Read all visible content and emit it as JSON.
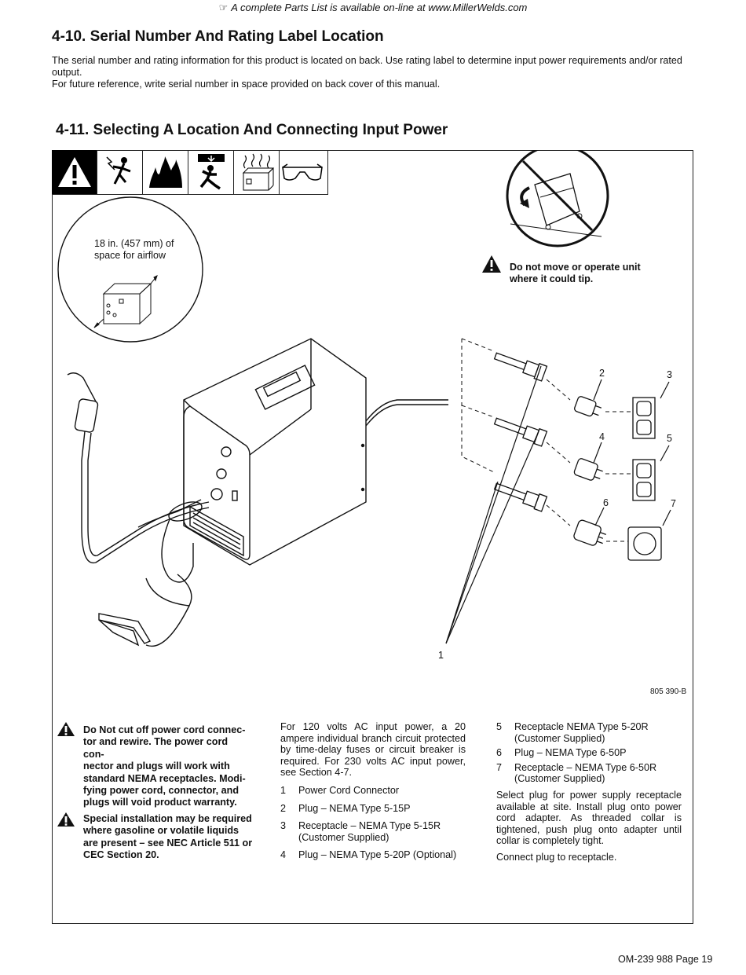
{
  "header": {
    "note": "A complete Parts List is available on-line at www.MillerWelds.com"
  },
  "section_4_10": {
    "title": "4-10. Serial Number And Rating Label Location",
    "body_line1": "The serial number and rating information for this product is located on back. Use rating label to determine input power requirements and/or rated output.",
    "body_line2": "For future reference, write serial number in space provided on back cover of this manual."
  },
  "section_4_11": {
    "title": "4-11. Selecting A Location And Connecting Input Power"
  },
  "figure": {
    "airflow_line1": "18 in. (457 mm) of",
    "airflow_line2": "space for airflow",
    "tip_warning_line1": "Do not move or operate unit",
    "tip_warning_line2": "where it could tip.",
    "callouts": [
      "1",
      "2",
      "3",
      "4",
      "5",
      "6",
      "7"
    ],
    "figure_number": "805 390-B"
  },
  "warnings": {
    "power_cord": [
      "Do Not cut off power cord connec-",
      "tor and rewire. The power cord con-",
      "nector and plugs will work with",
      "standard NEMA receptacles. Modi-",
      "fying power cord, connector, and",
      "plugs will void product warranty."
    ],
    "special_install": [
      "Special installation may be required",
      "where gasoline or volatile liquids",
      "are present – see NEC Article 511 or",
      "CEC Section 20."
    ]
  },
  "middle_column": {
    "intro": "For 120 volts AC input power, a 20 ampere individual branch circuit protected by time-delay fuses or circuit breaker is required. For 230 volts AC input power, see Section 4-7.",
    "items": [
      {
        "num": "1",
        "text": "Power Cord Connector"
      },
      {
        "num": "2",
        "text": "Plug – NEMA Type 5-15P"
      },
      {
        "num": "3",
        "text": "Receptacle  – NEMA Type 5-15R (Customer Supplied)"
      },
      {
        "num": "4",
        "text": "Plug – NEMA Type 5-20P (Optional)"
      }
    ]
  },
  "right_column": {
    "items": [
      {
        "num": "5",
        "text": "Receptacle NEMA Type 5-20R (Customer Supplied)"
      },
      {
        "num": "6",
        "text": "Plug – NEMA Type 6-50P"
      },
      {
        "num": "7",
        "text": "Receptacle – NEMA Type 6-50R (Customer Supplied)"
      }
    ],
    "instructions": "Select plug for power supply receptacle available at site. Install plug onto power cord adapter. As threaded collar is tightened, push plug onto adapter until collar is completely tight.",
    "final": "Connect plug to receptacle."
  },
  "footer": {
    "page_label": "OM-239 988 Page 19"
  }
}
